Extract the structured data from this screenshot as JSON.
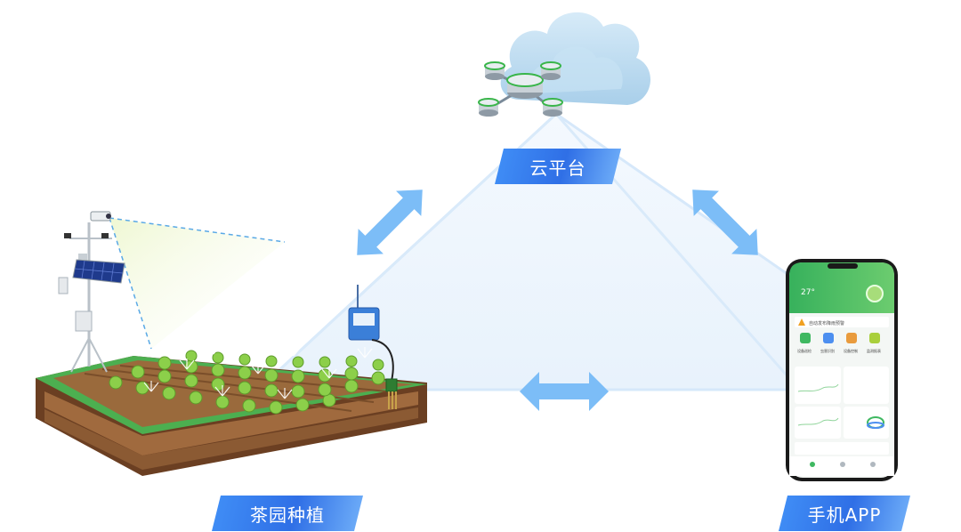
{
  "nodes": {
    "cloud": {
      "label": "云平台"
    },
    "tea_garden": {
      "label": "茶园种植"
    },
    "mobile_app": {
      "label": "手机APP"
    }
  },
  "phone": {
    "temperature": "27°",
    "alert_text": "自动发布降雨预警",
    "quick_actions": [
      "设备巡检",
      "虫害识别",
      "设备控制",
      "监测报表"
    ]
  },
  "colors": {
    "triangle_fill": "#eef5fd",
    "triangle_edge": "#d6e8fa",
    "arrow": "#7cbdf7",
    "banner": "#3a82f0",
    "app_green": "#3fb861",
    "cloud": "#bcdcf1",
    "soil": "#8b5a33",
    "grass": "#4caf50"
  },
  "icons": [
    "cloud-icon",
    "server-cluster-icon",
    "weather-station-icon",
    "solar-panel-icon",
    "camera-icon",
    "soil-sensor-icon",
    "smartphone-icon",
    "double-arrow-icon"
  ]
}
